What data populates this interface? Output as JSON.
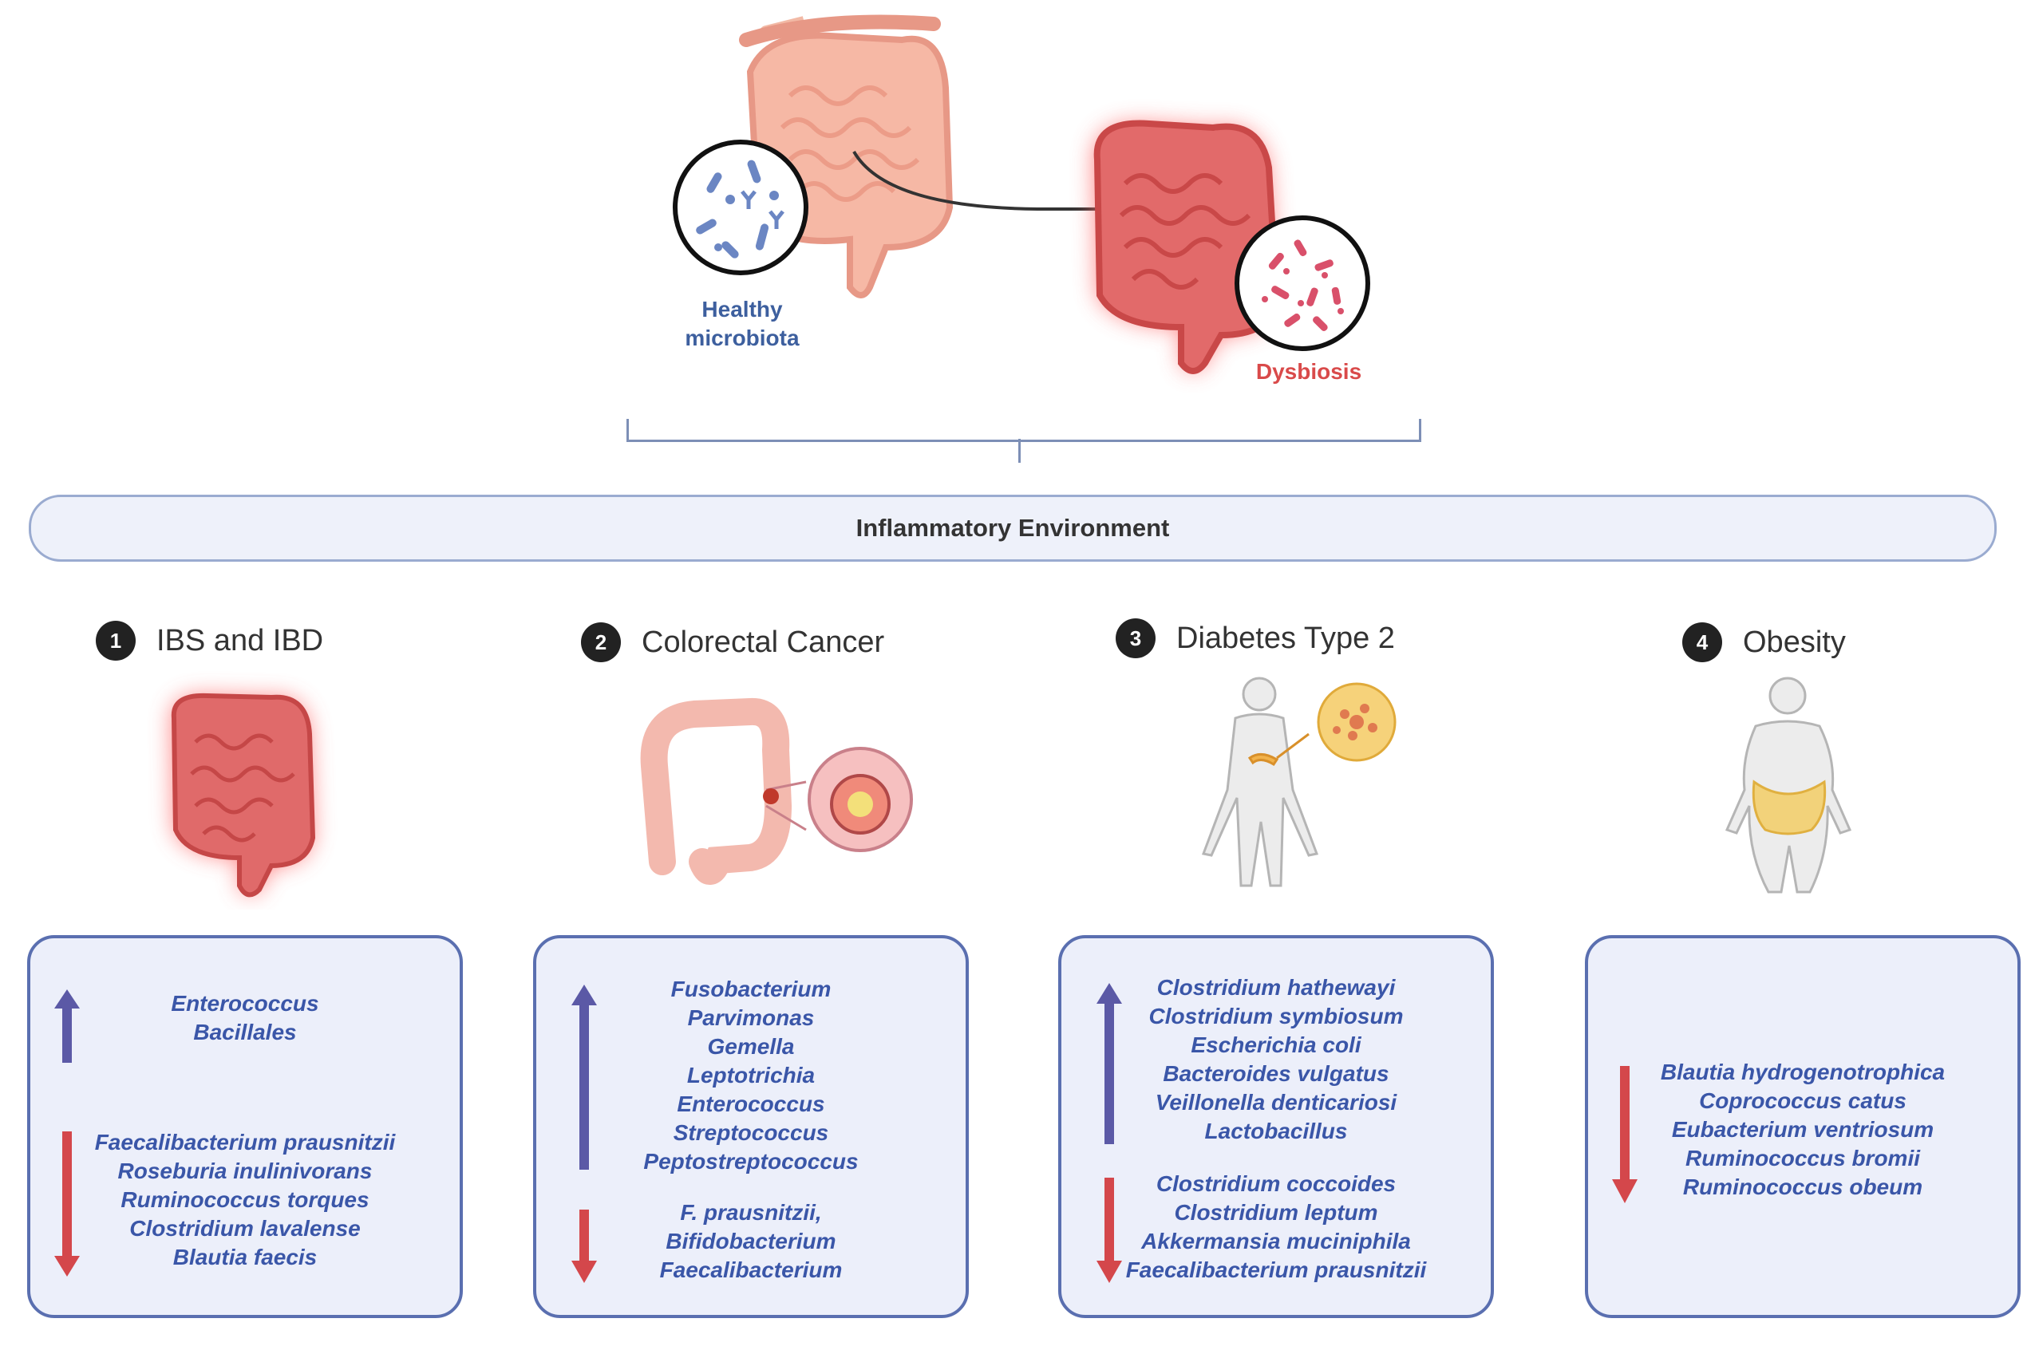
{
  "top": {
    "healthy_label_line1": "Healthy",
    "healthy_label_line2": "microbiota",
    "dysbiosis_label": "Dysbiosis"
  },
  "environment": {
    "label": "Inflammatory Environment"
  },
  "colors": {
    "up_arrow": "#5b59a6",
    "down_arrow": "#d4474b",
    "taxa_text": "#3a56a8",
    "box_border": "#5a6fb0"
  },
  "diseases": [
    {
      "number": "1",
      "title": "IBS and IBD",
      "icon": "inflamed-intestine-icon",
      "increased": [
        "Enterococcus",
        "Bacillales"
      ],
      "decreased": [
        "Faecalibacterium prausnitzii",
        "Roseburia inulinivorans",
        "Ruminococcus torques",
        "Clostridium lavalense",
        "Blautia faecis"
      ]
    },
    {
      "number": "2",
      "title": "Colorectal Cancer",
      "icon": "colon-tumor-icon",
      "increased": [
        "Fusobacterium",
        "Parvimonas",
        "Gemella",
        "Leptotrichia",
        "Enterococcus",
        "Streptococcus",
        "Peptostreptococcus"
      ],
      "decreased": [
        "F. prausnitzii,",
        "Bifidobacterium",
        "Faecalibacterium"
      ]
    },
    {
      "number": "3",
      "title": "Diabetes Type 2",
      "icon": "body-pancreas-icon",
      "increased": [
        "Clostridium hathewayi",
        "Clostridium symbiosum",
        "Escherichia coli",
        "Bacteroides vulgatus",
        "Veillonella denticariosi",
        "Lactobacillus"
      ],
      "decreased": [
        "Clostridium coccoides",
        "Clostridium leptum",
        "Akkermansia muciniphila",
        "Faecalibacterium prausnitzii"
      ]
    },
    {
      "number": "4",
      "title": "Obesity",
      "icon": "obese-body-icon",
      "increased": [],
      "decreased": [
        "Blautia hydrogenotrophica",
        "Coprococcus catus",
        "Eubacterium ventriosum",
        "Ruminococcus bromii",
        "Ruminococcus obeum"
      ]
    }
  ]
}
